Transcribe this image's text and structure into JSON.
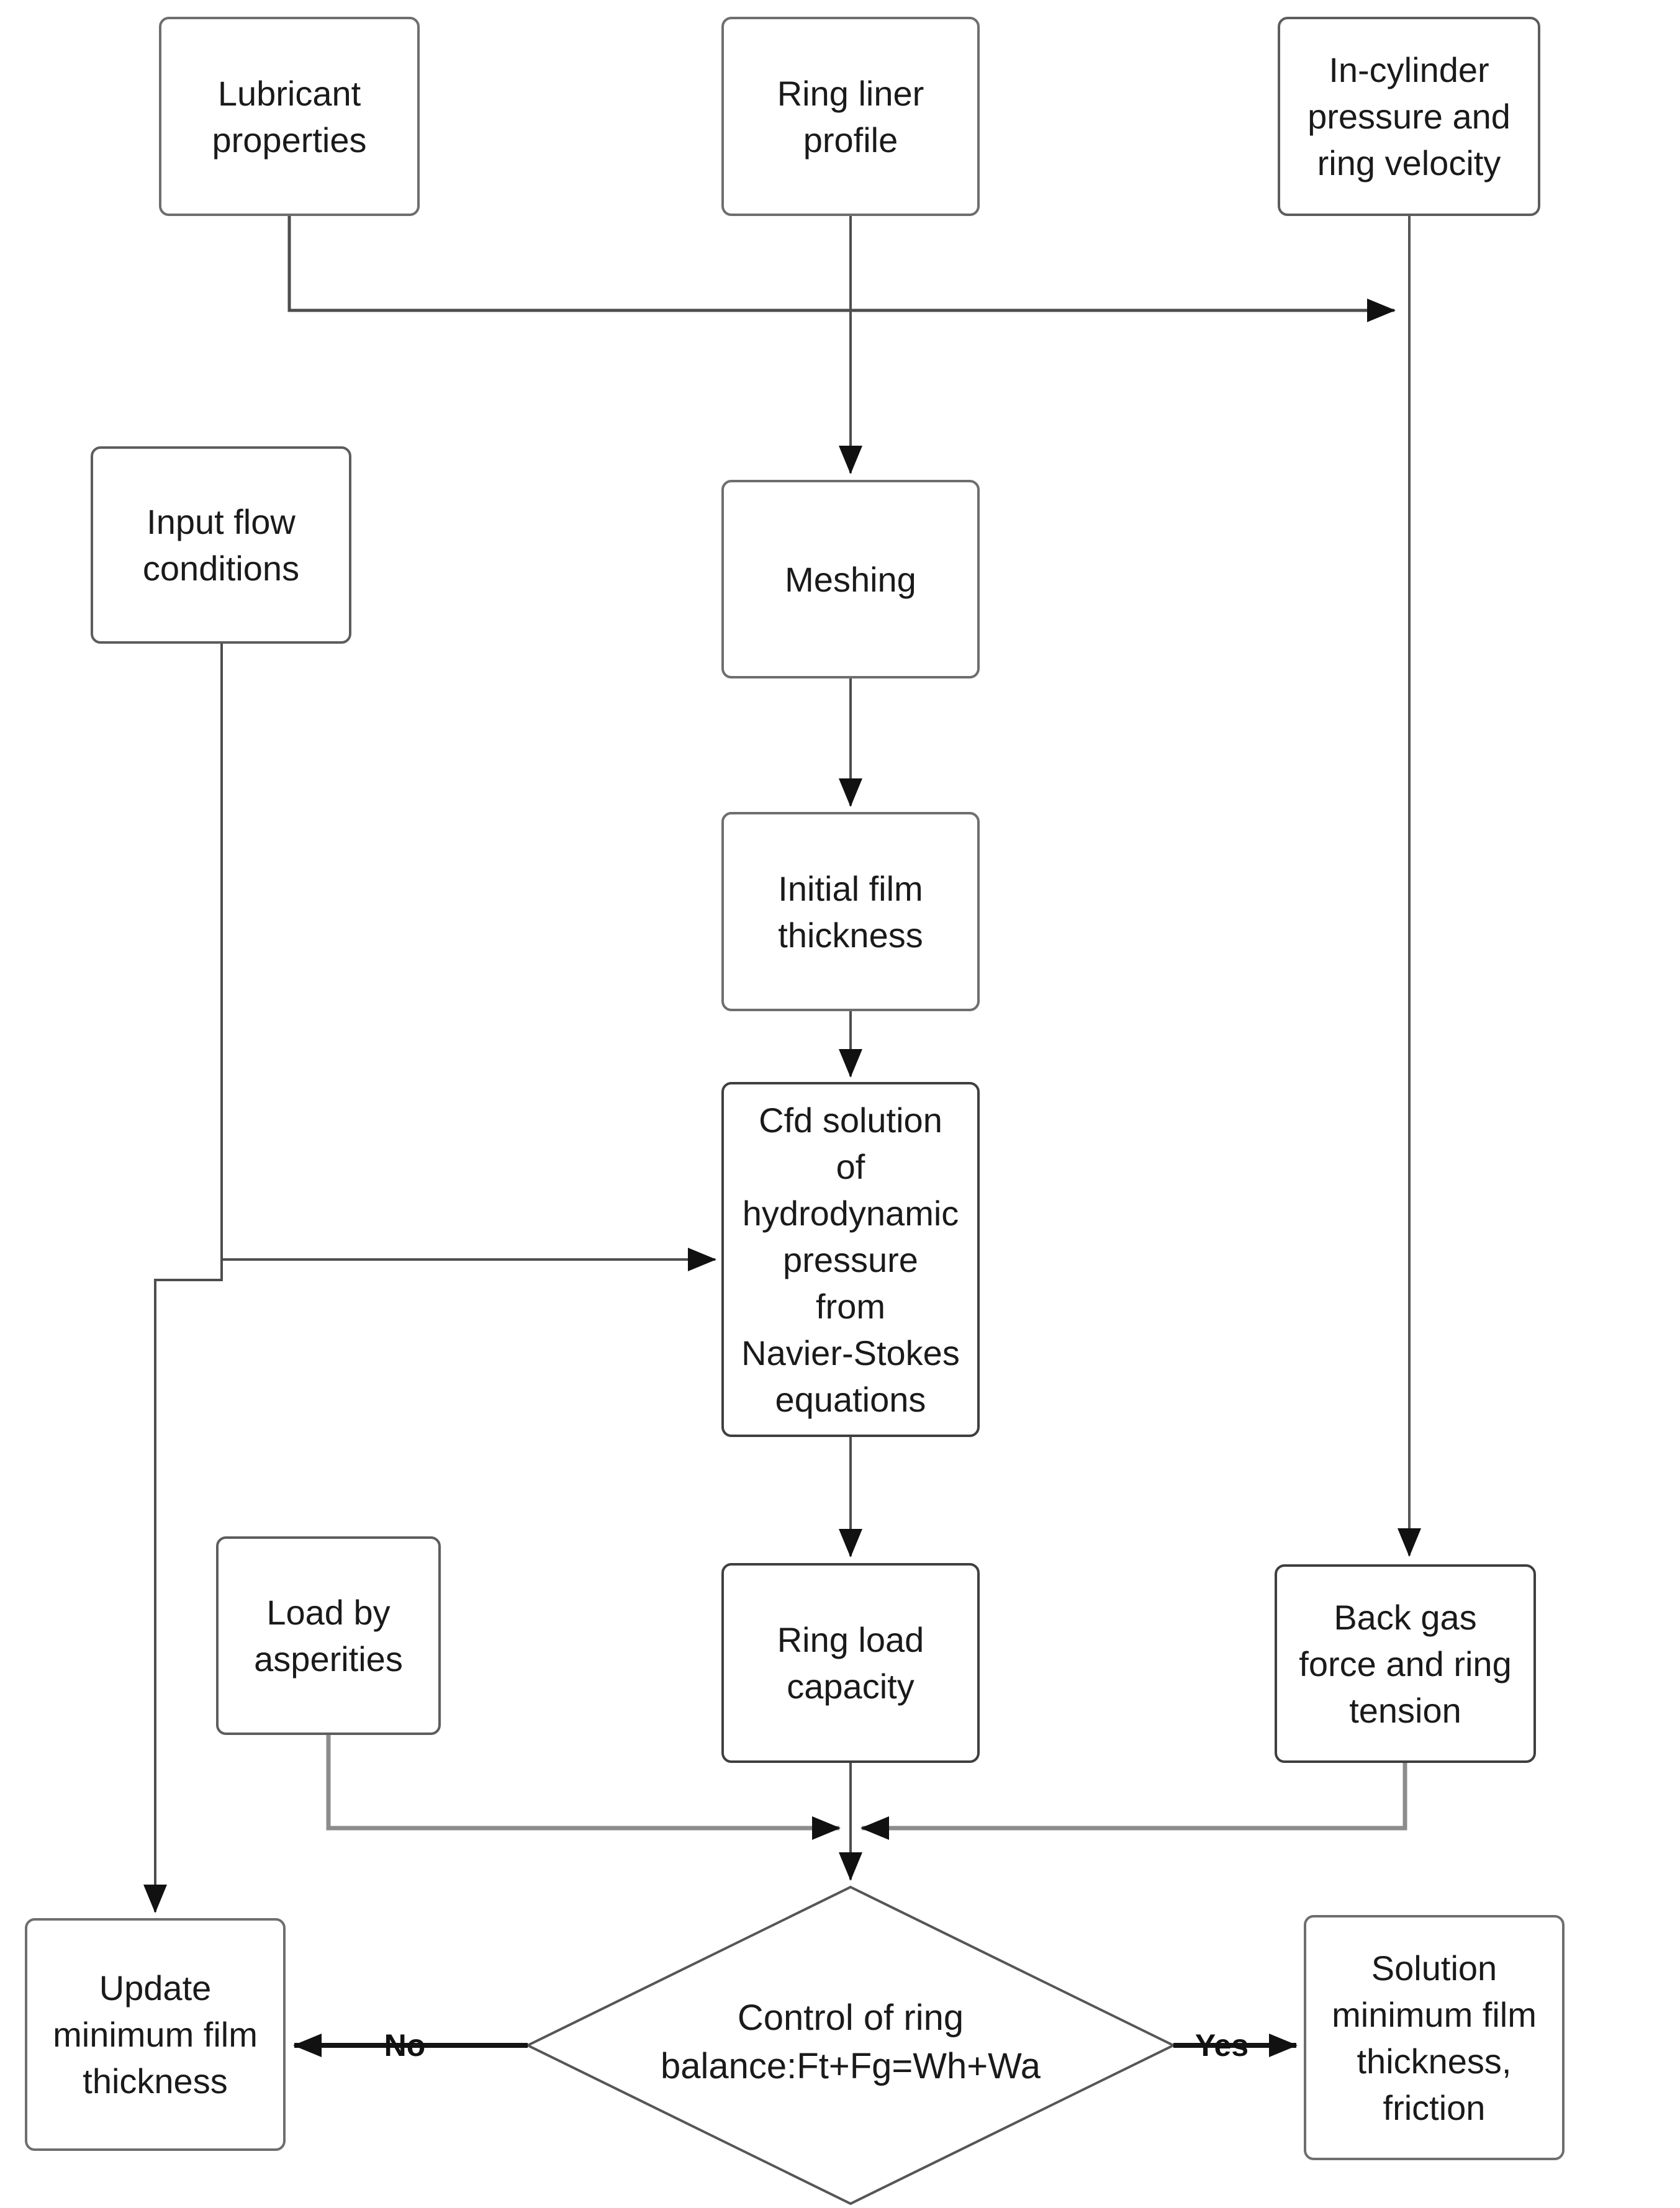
{
  "diagram": {
    "nodes": {
      "lubricant": {
        "label": "Lubricant\nproperties"
      },
      "ring_liner": {
        "label": "Ring liner\nprofile"
      },
      "in_cylinder": {
        "label": "In-cylinder\npressure and\nring velocity"
      },
      "input_flow": {
        "label": "Input flow\nconditions"
      },
      "meshing": {
        "label": "Meshing"
      },
      "initial_film": {
        "label": "Initial film\nthickness"
      },
      "cfd": {
        "label": "Cfd solution\nof\nhydrodynamic\npressure\nfrom\nNavier-Stokes\nequations"
      },
      "load_asperities": {
        "label": "Load by\nasperities"
      },
      "ring_load": {
        "label": "Ring load\ncapacity"
      },
      "back_gas": {
        "label": "Back gas\nforce and ring\ntension"
      },
      "control_diamond": {
        "label": "Control of ring\nbalance:Ft+Fg=Wh+Wa"
      },
      "update_min": {
        "label": "Update\nminimum film\nthickness"
      },
      "solution": {
        "label": "Solution\nminimum film\nthickness,\nfriction"
      }
    },
    "edge_labels": {
      "no": "No",
      "yes": "Yes"
    },
    "colors": {
      "background": "#ffffff",
      "box_border": "#6e6e6e",
      "line": "#4d4d4d",
      "merge_line": "#8c8c8c",
      "bold_line": "#141414",
      "arrowhead": "#111111",
      "text": "#1a1a1a"
    }
  }
}
